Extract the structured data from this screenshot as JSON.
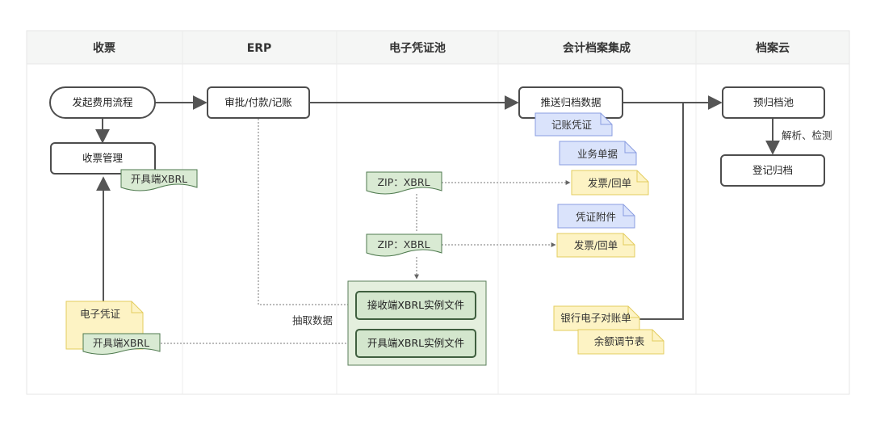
{
  "lanes": [
    {
      "id": "lane-receipt",
      "title": "收票"
    },
    {
      "id": "lane-erp",
      "title": "ERP"
    },
    {
      "id": "lane-voucher-pool",
      "title": "电子凭证池"
    },
    {
      "id": "lane-accounting-archive",
      "title": "会计档案集成"
    },
    {
      "id": "lane-archive-cloud",
      "title": "档案云"
    }
  ],
  "nodes": {
    "start_expense": "发起费用流程",
    "receipt_mgmt": "收票管理",
    "approve_pay": "审批/付款/记账",
    "push_archive": "推送归档数据",
    "pre_archive_pool": "预归档池",
    "register_archive": "登记归档",
    "receive_xbrl": "接收端XBRL实例文件",
    "issue_xbrl_file": "开具端XBRL实例文件"
  },
  "documents": {
    "issue_xbrl_top": "开具端XBRL",
    "electronic_voucher": "电子凭证",
    "issue_xbrl_bottom": "开具端XBRL",
    "accounting_voucher": "记账凭证",
    "business_doc": "业务单据",
    "invoice_receipt_1": "发票/回单",
    "voucher_attachment": "凭证附件",
    "invoice_receipt_2": "发票/回单",
    "bank_statement": "银行电子对账单",
    "balance_table": "余额调节表",
    "zip_xbrl_1": "ZIP：XBRL",
    "zip_xbrl_2": "ZIP：XBRL"
  },
  "labels": {
    "parse_check": "解析、检测",
    "extract_data": "抽取数据"
  },
  "colors": {
    "header_bg": "#f5f6f5",
    "lane_border": "#e6e6e6",
    "node_stroke": "#4d4d4d",
    "arrow": "#555555",
    "green_fill": "#d9ead3",
    "green_stroke": "#4f7a4f",
    "blue_fill": "#dae3fb",
    "blue_stroke": "#8a9de0",
    "yellow_fill": "#fdf3c4",
    "yellow_stroke": "#e3cc5e"
  }
}
